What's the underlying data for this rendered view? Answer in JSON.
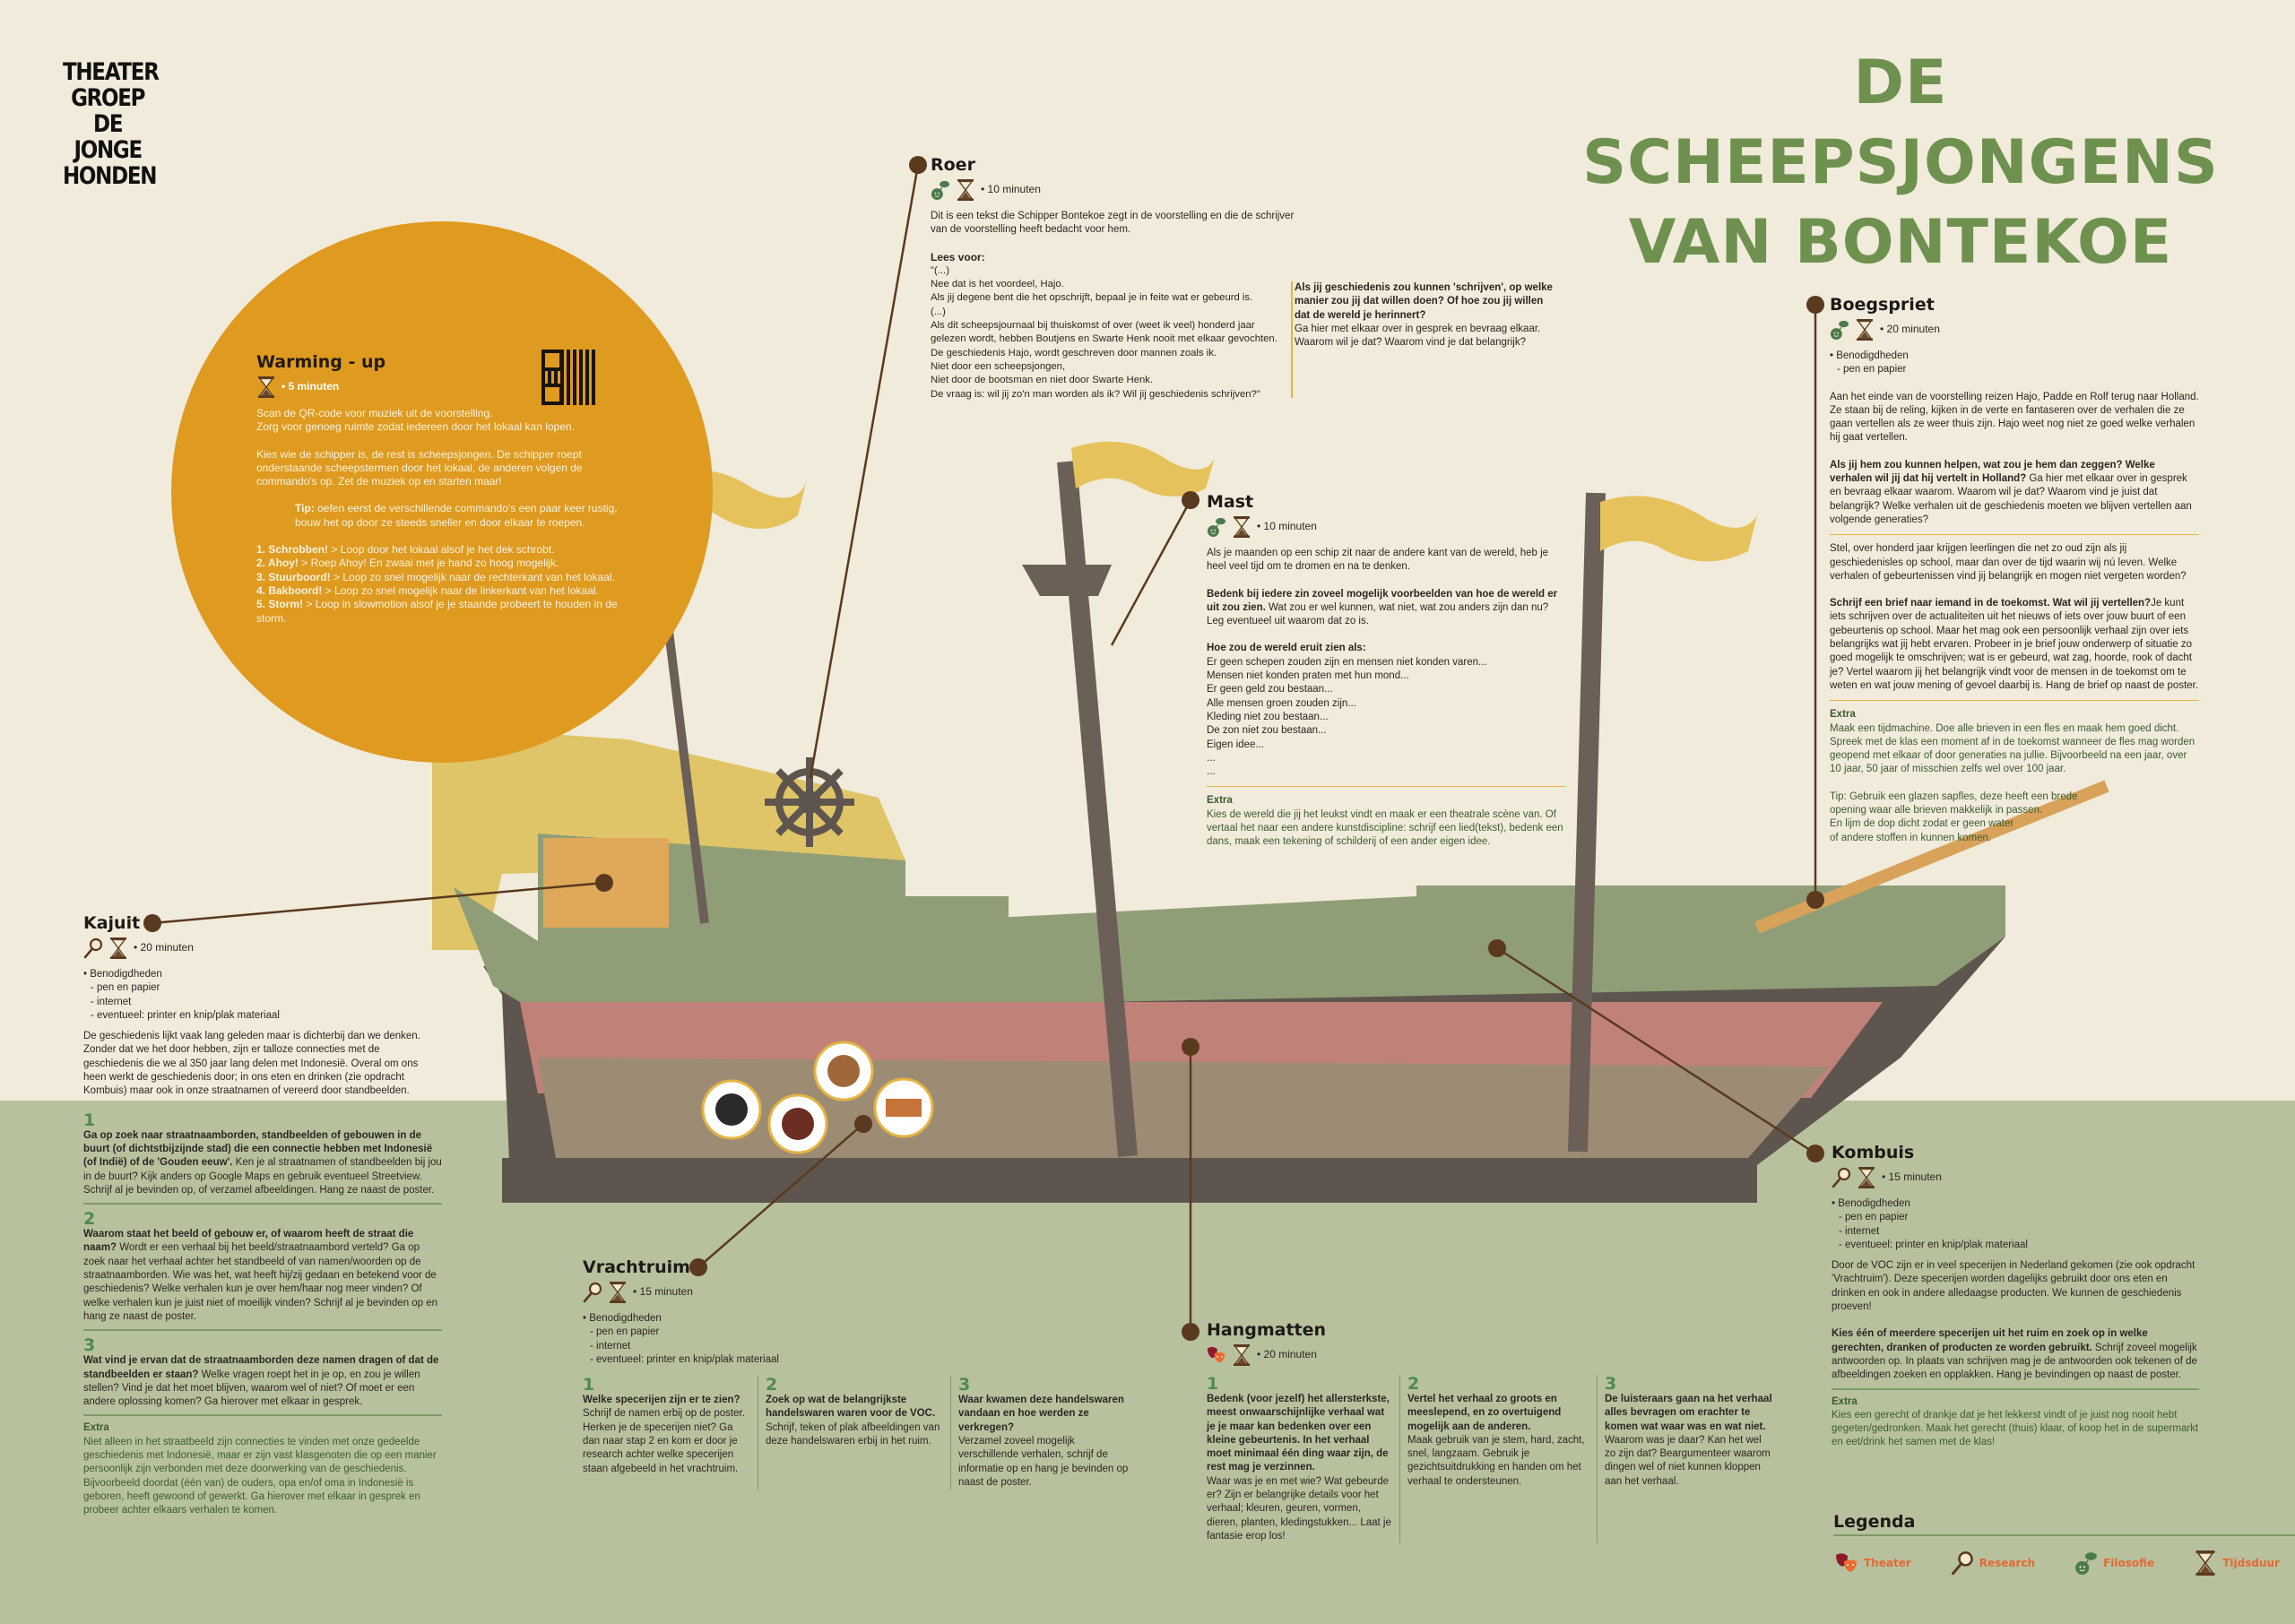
{
  "logo_lines": [
    "THEATER",
    "GROEP",
    "DE",
    "JONGE",
    "HONDEN"
  ],
  "title_lines": [
    "DE",
    "SCHEEPSJONGENS",
    "VAN BONTEKOE"
  ],
  "colors": {
    "cream": "#f1ebdb",
    "green_band": "#b8c19e",
    "title_green": "#6f9150",
    "sun": "#df9a20",
    "accent_orange": "#e26a33",
    "dot_brown": "#5a3a1f"
  },
  "warmup": {
    "title": "Warming - up",
    "duration": "• 5 minuten",
    "p1": [
      "Scan de QR-code voor muziek uit de voorstelling.",
      "Zorg voor genoeg ruimte zodat iedereen door het lokaal kan lopen."
    ],
    "p2": "Kies wie de schipper is, de rest is scheepsjongen. De schipper roept onderstaande scheepstermen door het lokaal, de anderen volgen de commando's op. Zet de muziek op en starten maar!",
    "tip_label": "Tip:",
    "tip": " oefen eerst de verschillende commando's een paar keer rustig, bouw het op door ze steeds sneller en door elkaar te roepen.",
    "commands": [
      {
        "b": "1. Schrobben!",
        "t": " > Loop door het lokaal alsof je het dek schrobt."
      },
      {
        "b": "2. Ahoy!",
        "t": " > Roep Ahoy! En zwaai met je hand zo hoog mogelijk."
      },
      {
        "b": "3. Stuurboord!",
        "t": " > Loop zo snel mogelijk naar de rechterkant van het lokaal."
      },
      {
        "b": "4. Bakboord!",
        "t": " > Loop zo snel mogelijk naar de linkerkant van het lokaal."
      },
      {
        "b": "5. Storm!",
        "t": " > Loop in slowmotion alsof je je staande probeert te houden in de storm."
      }
    ]
  },
  "roer": {
    "title": "Roer",
    "duration": "• 10 minuten",
    "intro": "Dit is een tekst die Schipper Bontekoe zegt in de voorstelling en die de schrijver van de voorstelling heeft bedacht voor hem.",
    "lees": "Lees voor:",
    "quote": [
      " \"(...)",
      "Nee dat is het voordeel, Hajo.",
      "Als jij degene bent die het opschrijft, bepaal je in feite wat er gebeurd is.",
      "(...)",
      "Als dit scheepsjournaal bij thuiskomst of over (weet ik veel) honderd jaar",
      "gelezen wordt, hebben Boutjens en Swarte Henk nooit met elkaar gevochten.",
      "De geschiedenis Hajo, wordt geschreven door mannen zoals ik.",
      "Niet door een scheepsjongen,",
      "Niet door de bootsman en niet door Swarte Henk.",
      "De vraag is: wil jij zo'n man worden als ik? Wil jij geschiedenis schrijven?\""
    ],
    "side_bold": "Als jij geschiedenis zou kunnen 'schrijven', op welke manier zou jij dat willen doen? Of hoe zou jij willen dat de wereld je herinnert?",
    "side": "Ga hier met elkaar over in gesprek en bevraag elkaar. Waarom wil je dat? Waarom vind je dat belangrijk?"
  },
  "mast": {
    "title": "Mast",
    "duration": "• 10 minuten",
    "intro": "Als je maanden op een schip zit naar de andere kant van de wereld, heb je heel veel tijd om te dromen en na te denken.",
    "bold": "Bedenk bij iedere zin zoveel mogelijk voorbeelden van hoe de wereld er uit zou zien.",
    "rest": " Wat zou er wel kunnen, wat niet, wat zou anders zijn dan nu? Leg eventueel uit waarom dat zo is.",
    "list_title": "Hoe zou de wereld eruit zien als:",
    "list": [
      "Er geen schepen zouden zijn en mensen niet konden varen...",
      "Mensen niet konden praten met hun mond...",
      "Er geen geld zou bestaan...",
      "Alle mensen groen zouden zijn...",
      "Kleding niet zou bestaan...",
      "De zon niet zou bestaan...",
      "Eigen idee...",
      "...",
      "..."
    ],
    "extra_title": "Extra",
    "extra": "Kies de wereld die jij het leukst vindt en maak er een theatrale scène van. Of vertaal het naar een andere kunstdiscipline: schrijf een lied(tekst), bedenk een dans, maak een tekening of schilderij of een ander eigen idee."
  },
  "boegspriet": {
    "title": "Boegspriet",
    "duration": "• 20 minuten",
    "needs": "• Benodigdheden",
    "items": [
      "- pen en papier"
    ],
    "p1": "Aan het einde van de voorstelling reizen Hajo, Padde en Rolf terug naar Holland. Ze staan bij de reling, kijken in de verte en fantaseren over de verhalen die ze gaan vertellen als ze weer thuis zijn. Hajo weet nog niet ze goed welke verhalen hij gaat vertellen.",
    "p2_bold": "Als jij hem zou kunnen helpen, wat zou je hem dan zeggen? Welke verhalen wil jij dat hij vertelt in Holland?",
    "p2": " Ga hier met elkaar over in gesprek en bevraag elkaar waarom. Waarom wil je dat? Waarom vind je juist dat belangrijk? Welke verhalen uit de geschiedenis moeten we blijven vertellen aan volgende generaties?",
    "p3": "Stel, over honderd jaar krijgen leerlingen die net zo oud zijn als jij geschiedenisles op school, maar dan over de tijd waarin wij nú leven. Welke verhalen of gebeurtenissen vind jij belangrijk en mogen niet vergeten worden?",
    "p4_bold": "Schrijf een brief naar iemand in de toekomst. Wat wil jij vertellen?",
    "p4": "Je kunt iets schrijven over de actualiteiten uit het nieuws of iets over jouw buurt of een gebeurtenis op school. Maar het mag ook een persoonlijk verhaal zijn over iets belangrijks wat jij hebt ervaren. Probeer in je brief jouw onderwerp of situatie zo goed mogelijk te omschrijven; wat is er gebeurd, wat zag, hoorde, rook of dacht je? Vertel waarom jij het belangrijk vindt voor de mensen in de toekomst om te weten en wat jouw mening of gevoel daarbij is. Hang de brief op naast de poster.",
    "extra_title": "Extra",
    "extra": "Maak een tijdmachine. Doe alle brieven in een fles en maak hem goed dicht. Spreek met de klas een moment af in de toekomst wanneer de fles mag worden geopend met elkaar of door generaties na jullie. Bijvoorbeeld na een jaar, over 10 jaar, 50 jaar of misschien zelfs wel over 100 jaar.",
    "tip": [
      "Tip: Gebruik een glazen sapfles, deze heeft een brede",
      "opening waar alle brieven makkelijk in passen.",
      "En lijm de dop dicht zodat er geen water",
      "of andere stoffen in kunnen komen."
    ]
  },
  "kajuit": {
    "title": "Kajuit",
    "duration": "• 20 minuten",
    "needs": "• Benodigdheden",
    "items": [
      "- pen en papier",
      "- internet",
      "- eventueel: printer en knip/plak materiaal"
    ],
    "intro": "De geschiedenis lijkt vaak lang geleden maar is dichterbij dan we denken. Zonder dat we het door hebben, zijn er talloze connecties met de geschiedenis die we al 350 jaar lang delen met Indonesië. Overal om ons heen werkt de geschiedenis door; in ons eten en drinken (zie opdracht Kombuis) maar ook in onze straatnamen of vereerd door standbeelden.",
    "steps": [
      {
        "n": "1",
        "b": "Ga op zoek naar straatnaamborden, standbeelden of gebouwen in de buurt (of dichtstbijzijnde stad) die een connectie hebben met Indonesië (of Indië) of de 'Gouden eeuw'.",
        "t": " Ken je al straatnamen of standbeelden bij jou in de buurt? Kijk anders op Google Maps en gebruik eventueel Streetview. Schrijf al je bevinden op, of verzamel afbeeldingen. Hang ze naast de poster."
      },
      {
        "n": "2",
        "b": "Waarom staat het beeld of gebouw er, of waarom heeft de straat die naam?",
        "t": " Wordt er een verhaal bij het beeld/straatnaambord verteld? Ga op zoek naar het verhaal achter het standbeeld of van namen/woorden op de straatnaamborden. Wie was het, wat heeft hij/zij gedaan en betekend voor de geschiedenis? Welke verhalen kun je over hem/haar nog meer vinden? Of welke verhalen kun je juist niet of moeilijk vinden? Schrijf al je bevinden op en hang ze naast de poster."
      },
      {
        "n": "3",
        "b": "Wat vind je ervan dat de straatnaamborden deze namen dragen of dat de standbeelden er staan?",
        "t": " Welke vragen roept het in je op, en zou je willen stellen? Vind je dat het moet blijven, waarom wel of niet? Of moet er een andere oplossing komen? Ga hierover met elkaar in gesprek."
      }
    ],
    "extra_title": "Extra",
    "extra": "Niet alleen in het straatbeeld zijn connecties te vinden met onze gedeelde geschiedenis met Indonesië, maar er zijn vast klasgenoten die op een manier persoonlijk zijn verbonden met deze doorwerking van de geschiedenis. Bijvoorbeeld doordat (één van) de ouders, opa en/of oma in Indonesië is geboren, heeft gewoond of gewerkt. Ga hierover met elkaar in gesprek en probeer achter elkaars verhalen te komen."
  },
  "vrachtruim": {
    "title": "Vrachtruim",
    "duration": "• 15 minuten",
    "needs": "• Benodigdheden",
    "items": [
      "- pen en papier",
      "- internet",
      "- eventueel: printer en knip/plak materiaal"
    ],
    "steps": [
      {
        "n": "1",
        "b": "Welke specerijen zijn er te zien?",
        "t": "Schrijf de namen erbij op de poster. Herken je de specerijen niet? Ga dan naar stap 2 en kom er door je research achter welke specerijen staan afgebeeld in het vrachtruim."
      },
      {
        "n": "2",
        "b": "Zoek op wat de belangrijkste handelswaren waren voor de VOC.",
        "t": "Schrijf, teken of plak afbeeldingen van deze handelswaren erbij in het ruim."
      },
      {
        "n": "3",
        "b": "Waar kwamen deze handelswaren vandaan en hoe werden ze verkregen?",
        "t": "Verzamel zoveel mogelijk verschillende verhalen, schrijf de informatie op en hang je bevinden op naast de poster."
      }
    ]
  },
  "hangmatten": {
    "title": "Hangmatten",
    "duration": "• 20 minuten",
    "steps": [
      {
        "n": "1",
        "b": "Bedenk (voor jezelf) het allersterkste, meest onwaarschijnlijke verhaal wat je je maar kan bedenken over een kleine gebeurtenis. In het verhaal moet minimaal één ding waar zijn, de rest mag je verzinnen.",
        "t": "Waar was je en met wie? Wat gebeurde er? Zijn er belangrijke details voor het verhaal; kleuren, geuren, vormen, dieren, planten, kledingstukken... Laat je fantasie erop los!"
      },
      {
        "n": "2",
        "b": "Vertel het verhaal zo groots en meeslepend, en zo overtuigend mogelijk aan de anderen.",
        "t": "Maak gebruik van je stem, hard, zacht, snel, langzaam. Gebruik je gezichtsuitdrukking en handen om het verhaal te ondersteunen."
      },
      {
        "n": "3",
        "b": "De luisteraars gaan na het verhaal alles bevragen om erachter te komen wat waar was en wat niet.",
        "t": "Waarom was je daar? Kan het wel zo zijn dat? Beargumenteer waarom dingen wel of niet kunnen kloppen aan het verhaal."
      }
    ]
  },
  "kombuis": {
    "title": "Kombuis",
    "duration": "• 15 minuten",
    "needs": "• Benodigdheden",
    "items": [
      "- pen en papier",
      "- internet",
      "- eventueel: printer en knip/plak materiaal"
    ],
    "p1": "Door de VOC zijn er in veel specerijen in Nederland gekomen (zie ook opdracht 'Vrachtruim'). Deze specerijen worden dagelijks gebruikt door ons eten en drinken en ook in andere alledaagse producten. We kunnen de geschiedenis proeven!",
    "p2_bold": "Kies één of meerdere specerijen uit het ruim en zoek op in welke gerechten, dranken of producten ze worden gebruikt.",
    "p2": " Schrijf zoveel mogelijk antwoorden op. In plaats van schrijven mag je de antwoorden ook tekenen of de afbeeldingen zoeken en opplakken. Hang je bevindingen op naast de poster.",
    "extra_title": "Extra",
    "extra": "Kies een gerecht of drankje dat je het lekkerst vindt of je juist nog nooit hebt gegeten/gedronken. Maak het gerecht (thuis) klaar, of koop het in de supermarkt en eet/drink het samen met de klas!"
  },
  "legend": {
    "title": "Legenda",
    "items": [
      {
        "icon": "theater",
        "label": "Theater"
      },
      {
        "icon": "research",
        "label": "Research"
      },
      {
        "icon": "filosofie",
        "label": "Filosofie"
      },
      {
        "icon": "hourglass",
        "label": "Tijdsduur"
      }
    ]
  }
}
